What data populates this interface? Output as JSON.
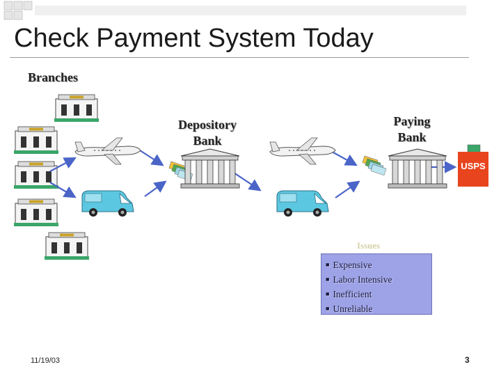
{
  "title": "Check Payment System Today",
  "labels": {
    "branches": "Branches",
    "depository_line1": "Depository",
    "depository_line2": "Bank",
    "paying_line1": "Paying",
    "paying_line2": "Bank",
    "usps": "USPS"
  },
  "issues": {
    "title": "Issues",
    "items": [
      "Expensive",
      "Labor Intensive",
      "Inefficient",
      "Unreliable"
    ]
  },
  "footer": {
    "date": "11/19/03",
    "page": "3"
  },
  "colors": {
    "arrow": "#4a64c8",
    "issues_box": "#9da3e6",
    "usps": "#e8451e",
    "van": "#5cc7e0",
    "building_green": "#3aa66a"
  },
  "icons": [
    "bank-branch-icon",
    "airplane-icon",
    "delivery-van-icon",
    "bank-building-icon",
    "check-stack-icon",
    "usps-mailbox-icon"
  ]
}
